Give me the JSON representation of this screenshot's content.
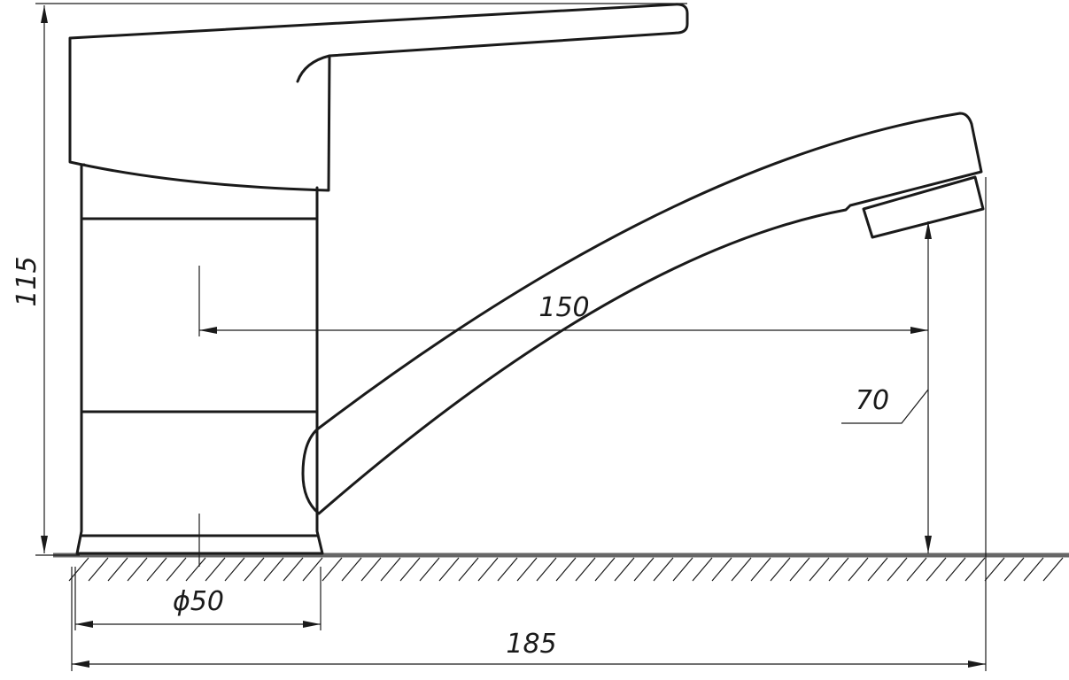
{
  "drawing": {
    "dimensions": {
      "total_height": "115",
      "reach": "150",
      "spout_height": "70",
      "base_diameter": "ϕ50",
      "total_length": "185"
    }
  }
}
